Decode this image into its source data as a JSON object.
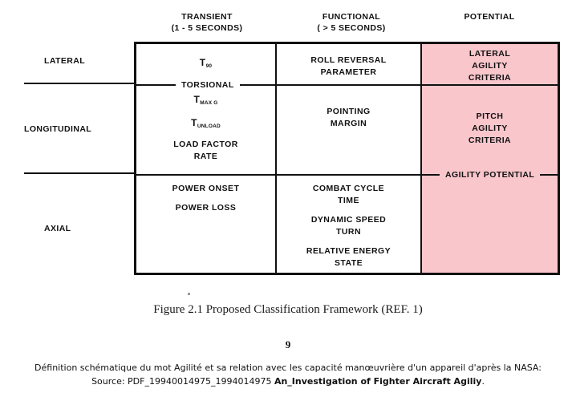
{
  "figure": {
    "caption": "Figure 2.1  Proposed Classification Framework (REF. 1)",
    "page_number": "9",
    "accent_pink": "#f9c6cc",
    "line_color": "#111111"
  },
  "table": {
    "column_headers": [
      {
        "title": "TRANSIENT",
        "subtitle": "(1 - 5 SECONDS)"
      },
      {
        "title": "FUNCTIONAL",
        "subtitle": "( > 5 SECONDS)"
      },
      {
        "title": "POTENTIAL",
        "subtitle": ""
      }
    ],
    "row_labels": [
      "LATERAL",
      "LONGITUDINAL",
      "AXIAL"
    ],
    "rows": [
      {
        "label": "LATERAL",
        "transient": [
          "T90"
        ],
        "functional": [
          "ROLL REVERSAL",
          "PARAMETER"
        ],
        "potential": [
          "LATERAL",
          "AGILITY",
          "CRITERIA"
        ]
      },
      {
        "label": "LONGITUDINAL",
        "transient": [
          "TMAX G",
          "TUNLOAD",
          "LOAD FACTOR",
          "RATE"
        ],
        "functional": [
          "POINTING",
          "MARGIN"
        ],
        "potential": [
          "PITCH",
          "AGILITY",
          "CRITERIA"
        ]
      },
      {
        "label": "AXIAL",
        "transient": [
          "POWER ONSET",
          "POWER LOSS"
        ],
        "functional": [
          "COMBAT CYCLE",
          "TIME",
          "DYNAMIC SPEED",
          "TURN",
          "RELATIVE ENERGY",
          "STATE"
        ],
        "potential": []
      }
    ],
    "transient_symbols": [
      {
        "base": "T",
        "sub": "90"
      },
      {
        "base": "T",
        "sub": "MAX G"
      },
      {
        "base": "T",
        "sub": "UNLOAD"
      }
    ],
    "divider_labels": {
      "row1_row2": "TORSIONAL",
      "row2_row3_potential": "AGILITY POTENTIAL"
    },
    "cells": {
      "lateral_functional_l1": "ROLL REVERSAL",
      "lateral_functional_l2": "PARAMETER",
      "lateral_potential_l1": "LATERAL",
      "lateral_potential_l2": "AGILITY",
      "lateral_potential_l3": "CRITERIA",
      "long_transient_l3": "LOAD FACTOR",
      "long_transient_l4": "RATE",
      "long_functional_l1": "POINTING",
      "long_functional_l2": "MARGIN",
      "long_potential_l1": "PITCH",
      "long_potential_l2": "AGILITY",
      "long_potential_l3": "CRITERIA",
      "axial_transient_l1": "POWER ONSET",
      "axial_transient_l2": "POWER LOSS",
      "axial_functional_l1": "COMBAT CYCLE",
      "axial_functional_l2": "TIME",
      "axial_functional_l3": "DYNAMIC SPEED",
      "axial_functional_l4": "TURN",
      "axial_functional_l5": "RELATIVE ENERGY",
      "axial_functional_l6": "STATE"
    }
  },
  "source": {
    "line1": "Définition schématique du mot Agilité et sa relation avec les capacité manœuvrière d'un appareil d'après la NASA:",
    "line2_prefix": "Source: PDF_19940014975_1994014975 ",
    "line2_bold": "An_Investigation of Fighter Aircraft Agiliy",
    "line2_suffix": "."
  }
}
